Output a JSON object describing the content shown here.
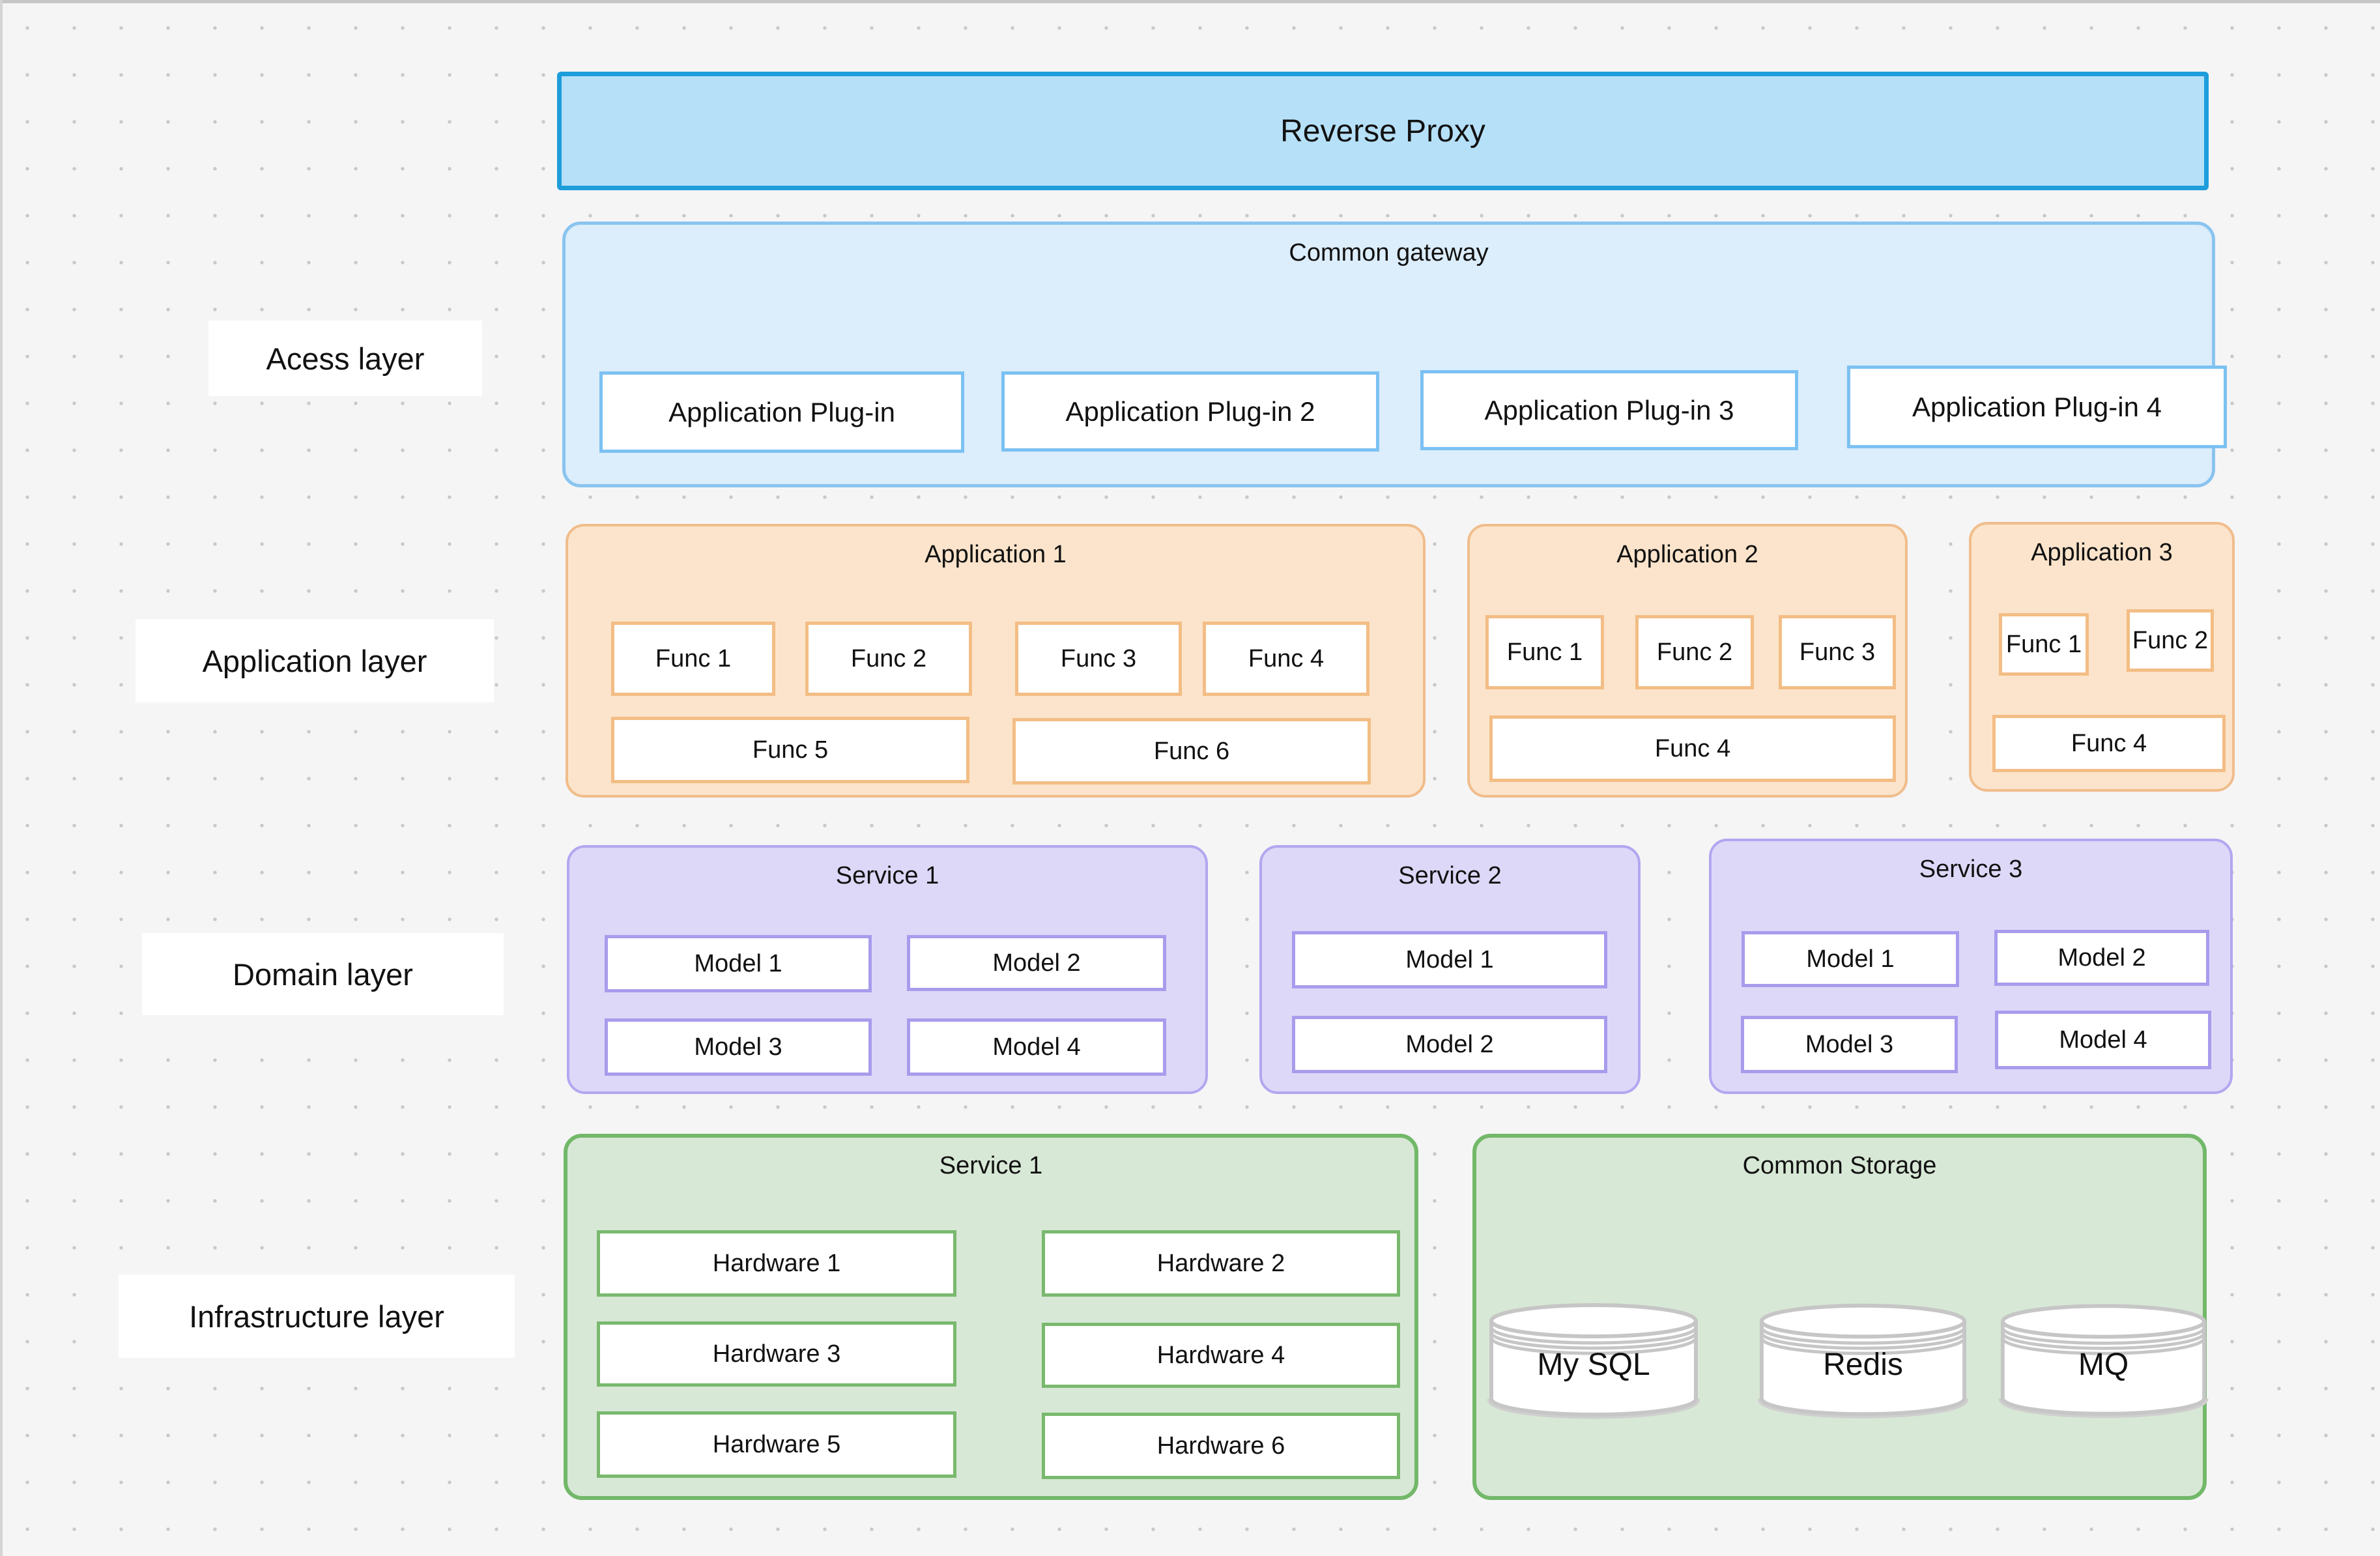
{
  "palette": {
    "background": "#f5f5f6",
    "dot": "#c8c8c8",
    "text": "#111111",
    "proxy_fill": "#b6e0f8",
    "proxy_border": "#1e9ddb",
    "gateway_fill": "#dcedfb",
    "gateway_border": "#8ac4ef",
    "plugin_border": "#7cc1f2",
    "app_fill": "#fbe4cb",
    "app_border": "#f0bd8b",
    "func_border": "#f3bd85",
    "service_fill": "#ded8f8",
    "service_border": "#b3a6f0",
    "model_border": "#a79cec",
    "infra_fill": "#d8e8d6",
    "infra_border": "#72b869",
    "hardware_border": "#79b96e",
    "cylinder_stroke": "#c6c6c6",
    "cylinder_fill": "#ffffff"
  },
  "reverse_proxy": {
    "label": "Reverse Proxy"
  },
  "access_layer": {
    "label": "Acess layer",
    "gateway": {
      "title": "Common gateway",
      "plugins": [
        "Application Plug-in",
        "Application Plug-in 2",
        "Application Plug-in 3",
        "Application Plug-in 4"
      ]
    }
  },
  "application_layer": {
    "label": "Application layer",
    "applications": [
      {
        "title": "Application 1",
        "funcs": [
          "Func 1",
          "Func 2",
          "Func 3",
          "Func 4",
          "Func 5",
          "Func 6"
        ]
      },
      {
        "title": "Application 2",
        "funcs": [
          "Func 1",
          "Func 2",
          "Func 3",
          "Func 4"
        ]
      },
      {
        "title": "Application 3",
        "funcs": [
          "Func 1",
          "Func 2",
          "Func 4"
        ]
      }
    ]
  },
  "domain_layer": {
    "label": "Domain layer",
    "services": [
      {
        "title": "Service 1",
        "models": [
          "Model 1",
          "Model 2",
          "Model 3",
          "Model 4"
        ]
      },
      {
        "title": "Service 2",
        "models": [
          "Model 1",
          "Model 2"
        ]
      },
      {
        "title": "Service 3",
        "models": [
          "Model 1",
          "Model 2",
          "Model 3",
          "Model 4"
        ]
      }
    ]
  },
  "infrastructure_layer": {
    "label": "Infrastructure layer",
    "service": {
      "title": "Service 1",
      "hardware": [
        "Hardware 1",
        "Hardware 2",
        "Hardware 3",
        "Hardware 4",
        "Hardware 5",
        "Hardware 6"
      ]
    },
    "storage": {
      "title": "Common Storage",
      "icon": "database-cylinder-icon",
      "databases": [
        "My SQL",
        "Redis",
        "MQ"
      ]
    }
  }
}
